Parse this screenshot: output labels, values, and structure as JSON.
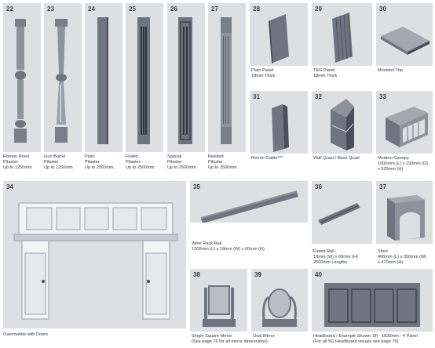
{
  "items": [
    {
      "num": "22",
      "lines": [
        "Roman Reed",
        "Pilaster",
        "Up to 1250mm"
      ]
    },
    {
      "num": "23",
      "lines": [
        "Gun Barrel",
        "Pilaster",
        "Up to 1250mm"
      ]
    },
    {
      "num": "24",
      "lines": [
        "Plain",
        "Pilaster",
        "Up to 2500mm"
      ]
    },
    {
      "num": "25",
      "lines": [
        "Fluted",
        "Pilaster",
        "Up to 2500mm"
      ]
    },
    {
      "num": "26",
      "lines": [
        "Special",
        "Pilaster",
        "Up to 2500mm"
      ]
    },
    {
      "num": "27",
      "lines": [
        "Reeded",
        "Pilaster",
        "Up to 2500mm"
      ]
    },
    {
      "num": "28",
      "lines": [
        "Plain Panel",
        "18mm Thick"
      ]
    },
    {
      "num": "29",
      "lines": [
        "T&G Panel",
        "18mm Thick"
      ]
    },
    {
      "num": "30",
      "lines": [
        "Moulded Top"
      ]
    },
    {
      "num": "31",
      "lines": [
        "Return Gable***"
      ]
    },
    {
      "num": "32",
      "lines": [
        "Wall Quad / Base Quad"
      ]
    },
    {
      "num": "33",
      "lines": [
        "Modern Canopy",
        "1000mm (L) x 193mm (D)",
        "x 525mm (H)"
      ]
    },
    {
      "num": "34",
      "lines": [
        "Overmantle with Doors"
      ]
    },
    {
      "num": "35",
      "lines": [
        "Wine Rack Rail",
        "1200mm (L) x 18mm (W) x 60mm (H)"
      ]
    },
    {
      "num": "36",
      "lines": [
        "Fluted Rail",
        "18mm (W) x 60mm (H)",
        "2500mm Lengths"
      ]
    },
    {
      "num": "37",
      "lines": [
        "Stool",
        "400mm (L) x 350mm (W)",
        "x 470mm (H)"
      ]
    },
    {
      "num": "38",
      "lines": [
        "Single Square Mirror",
        "(See page 76 for all mirror dimensions)"
      ]
    },
    {
      "num": "39",
      "lines": [
        "Oval Mirror"
      ]
    },
    {
      "num": "40",
      "lines": [
        "Headboard / Example Shown: 5ft - 1830mm - 4 Panel",
        "(For all 5G Headboard visuals see page 76)"
      ]
    }
  ],
  "colors": {
    "tile_bg": "#dedfe3",
    "product": "#6f7480",
    "product_dark": "#4a4e58",
    "product_light": "#b9bdc6",
    "text": "#333640"
  }
}
